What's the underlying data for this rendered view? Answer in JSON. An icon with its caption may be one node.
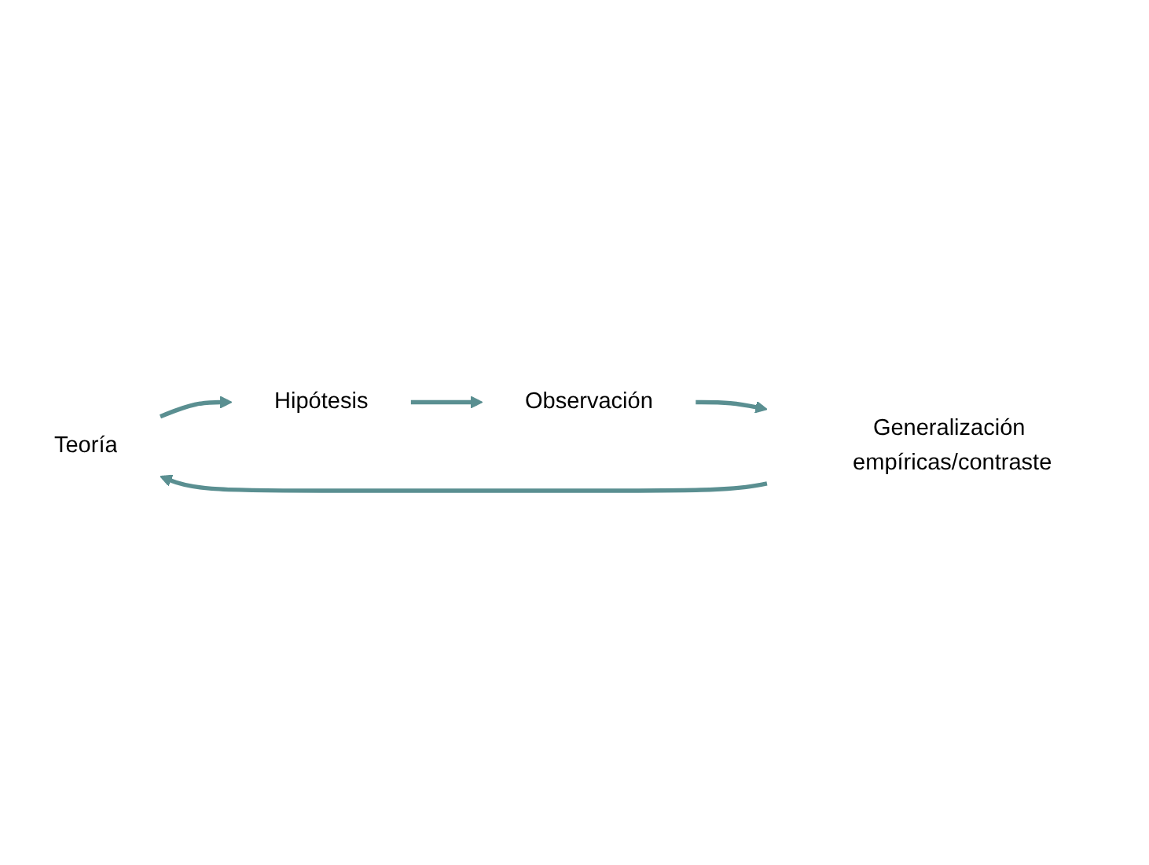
{
  "diagram": {
    "nodes": [
      {
        "text": [
          "Teoría"
        ]
      },
      {
        "text": [
          "Hipótesis"
        ]
      },
      {
        "text": [
          "Observación"
        ]
      },
      {
        "text": [
          "Generalización empíricas/contraste"
        ]
      }
    ],
    "edges": [
      {
        "from": 0,
        "to": 1,
        "arrow": "to"
      },
      {
        "from": 1,
        "to": 2,
        "arrow": "to"
      },
      {
        "from": 2,
        "to": 3,
        "arrow": "to"
      },
      {
        "from": 3,
        "to": 0,
        "arrow": "to"
      }
    ]
  }
}
